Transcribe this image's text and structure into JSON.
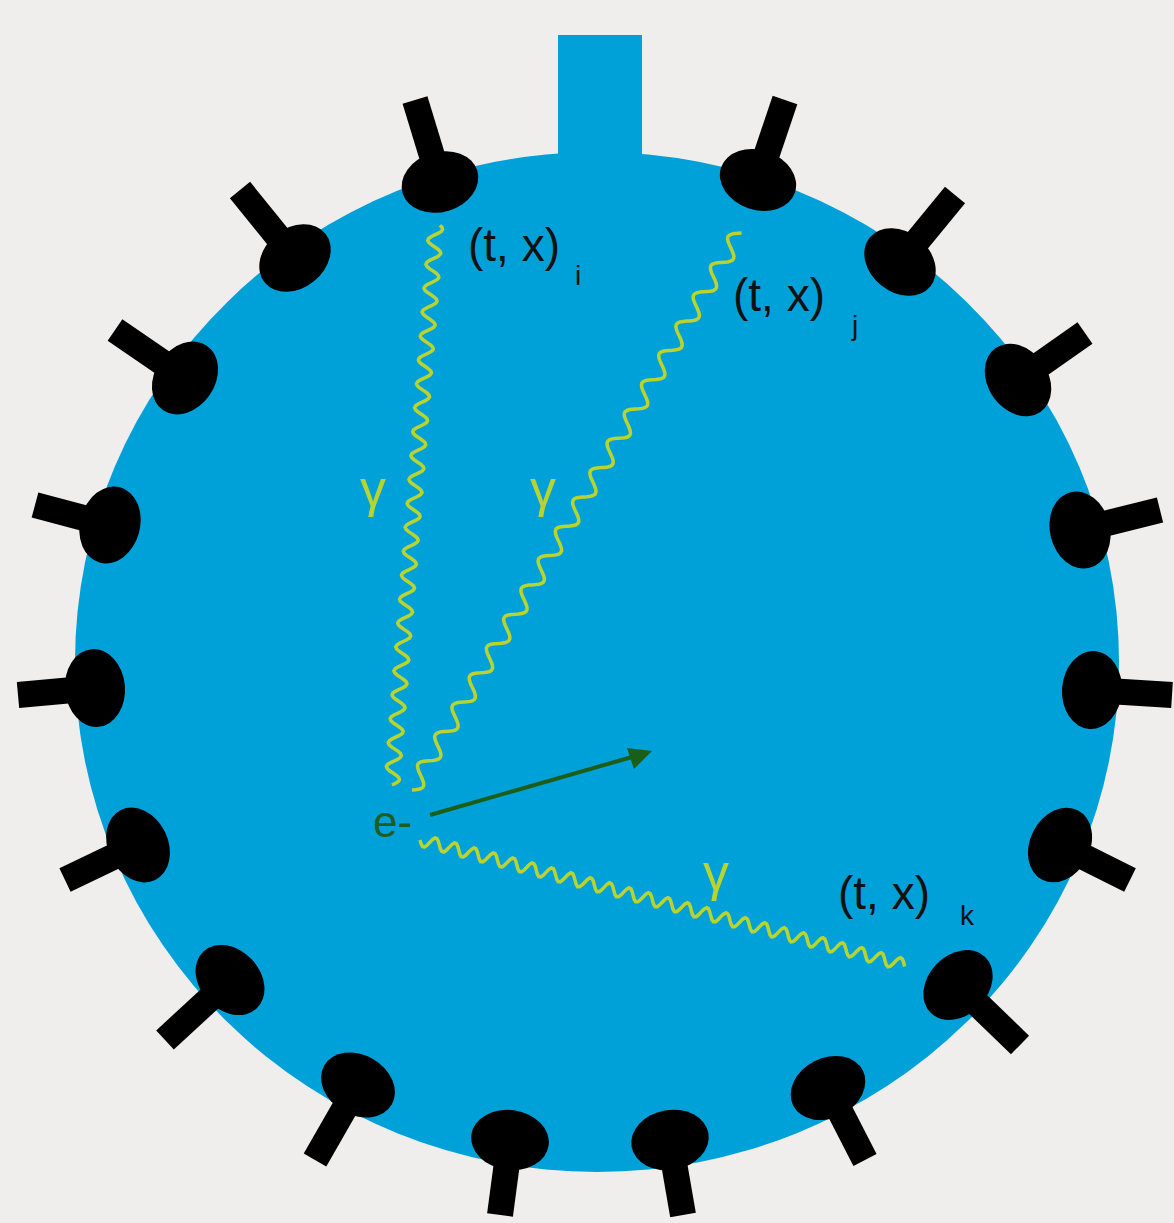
{
  "diagram": {
    "labels": [
      "(t, x)",
      "i",
      "(t, x)",
      "j",
      "γ",
      "γ",
      "e-",
      "γ",
      "(t, x)",
      "k"
    ]
  }
}
